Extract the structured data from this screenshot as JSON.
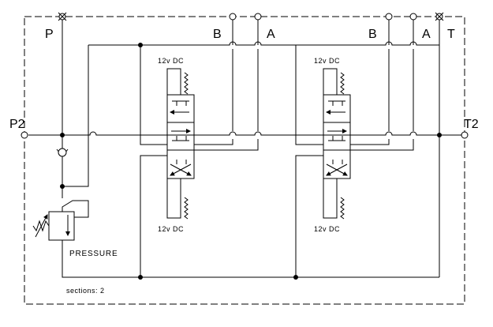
{
  "ports": {
    "p": "P",
    "b1": "B",
    "a1": "A",
    "b2": "B",
    "a2": "A",
    "t": "T",
    "p2": "P2",
    "t2": "T2"
  },
  "valves": [
    {
      "top_label": "12v DC",
      "bottom_label": "12v DC"
    },
    {
      "top_label": "12v DC",
      "bottom_label": "12v DC"
    }
  ],
  "relief_label": "PRESSURE",
  "sections_label": "sections: 2"
}
